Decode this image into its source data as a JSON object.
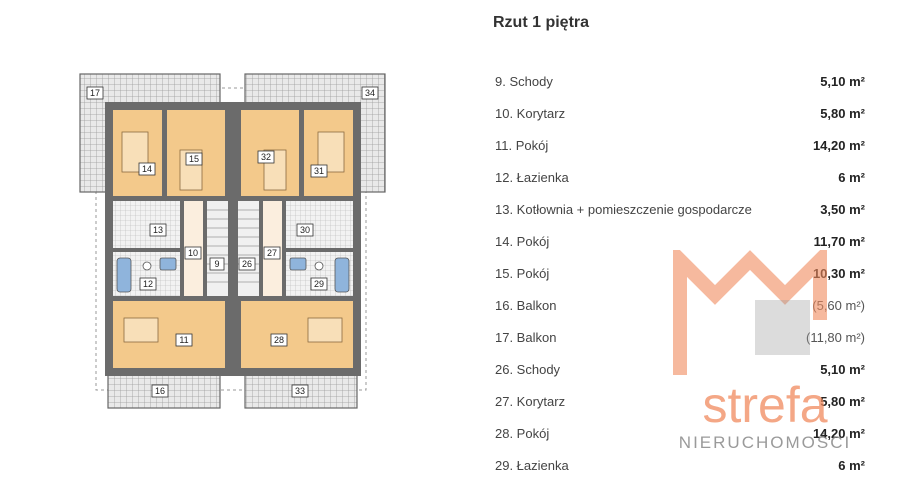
{
  "heading": "Rzut 1 piętra",
  "rooms": [
    {
      "name": "9. Schody",
      "area": "5,10 m²"
    },
    {
      "name": "10. Korytarz",
      "area": "5,80 m²"
    },
    {
      "name": "11. Pokój",
      "area": "14,20 m²"
    },
    {
      "name": "12. Łazienka",
      "area": "6 m²"
    },
    {
      "name": "13. Kotłownia + pomieszczenie gospodarcze",
      "area": "3,50 m²"
    },
    {
      "name": "14. Pokój",
      "area": "11,70 m²"
    },
    {
      "name": "15. Pokój",
      "area": "10,30 m²"
    },
    {
      "name": "16. Balkon",
      "area": "(5,60 m²)"
    },
    {
      "name": "17. Balkon",
      "area": "(11,80 m²)"
    },
    {
      "name": "26. Schody",
      "area": "5,10 m²"
    },
    {
      "name": "27. Korytarz",
      "area": "5,80 m²"
    },
    {
      "name": "28. Pokój",
      "area": "14,20 m²"
    },
    {
      "name": "29. Łazienka",
      "area": "6 m²"
    }
  ],
  "plan_labels": {
    "l9": "9",
    "l10": "10",
    "l11": "11",
    "l12": "12",
    "l13": "13",
    "l14": "14",
    "l15": "15",
    "l16": "16",
    "l17": "17",
    "l26": "26",
    "l27": "27",
    "l28": "28",
    "l29": "29",
    "l30": "30",
    "l31": "31",
    "l32": "32",
    "l33": "33",
    "l34": "34"
  },
  "watermark": {
    "brand": "strefa",
    "sub": "NIERUCHOMOŚCI"
  },
  "colors": {
    "floor": "#f3c98b",
    "wall": "#6b6b6b",
    "bath": "#8fb4dc",
    "brand": "#f08a5d"
  }
}
